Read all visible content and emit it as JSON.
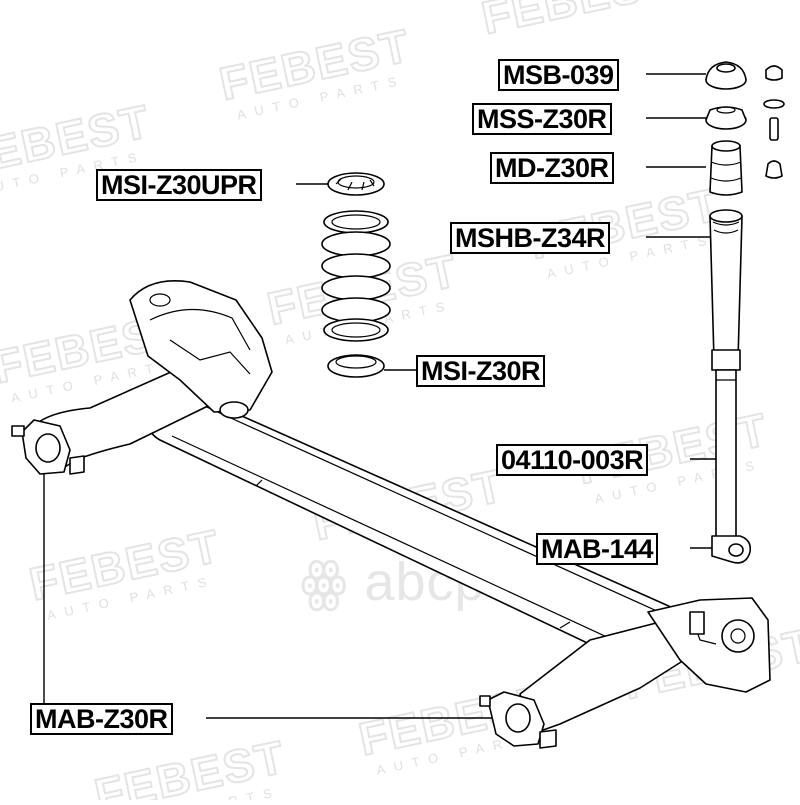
{
  "watermark": {
    "brand": "FEBEST",
    "subtitle": "AUTO PARTS",
    "center": "ꙮ abcp"
  },
  "labels": {
    "msb_039": "MSB-039",
    "mss_z30r": "MSS-Z30R",
    "md_z30r": "MD-Z30R",
    "msi_z30upr": "MSI-Z30UPR",
    "mshb_z34r": "MSHB-Z34R",
    "msi_z30r": "MSI-Z30R",
    "shock_04110_003r": "04110-003R",
    "mab_144": "MAB-144",
    "mab_z30r": "MAB-Z30R"
  }
}
